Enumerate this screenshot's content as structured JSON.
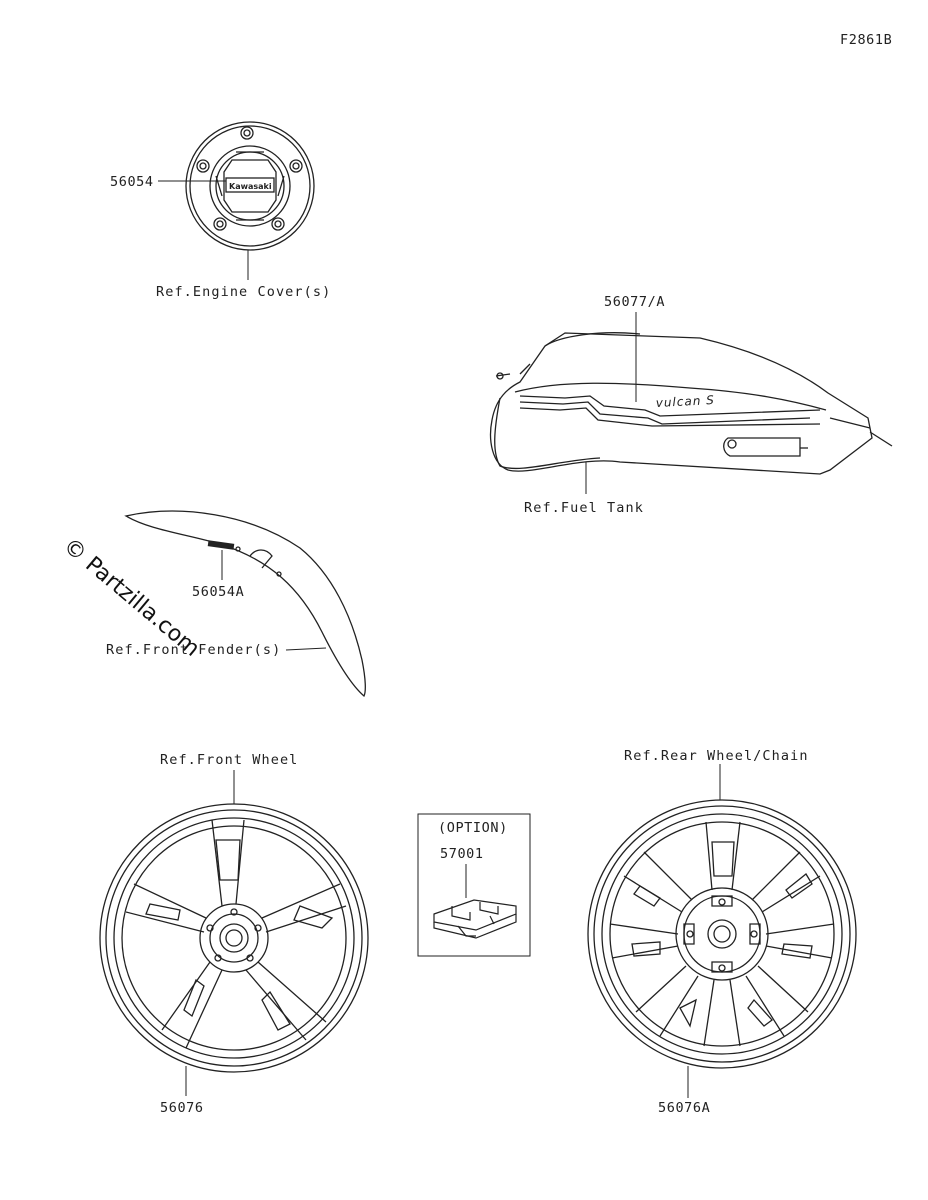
{
  "figure_code": "F2861B",
  "watermark": "© Partzilla.com",
  "labels": {
    "engine_cover_part": "56054",
    "engine_cover_ref": "Ref.Engine Cover(s)",
    "engine_cover_logo": "Kawasaki",
    "fuel_tank_part": "56077/A",
    "fuel_tank_ref": "Ref.Fuel Tank",
    "fuel_tank_logo": "vulcan S",
    "front_fender_part": "56054A",
    "front_fender_ref": "Ref.Front Fender(s)",
    "front_wheel_ref": "Ref.Front Wheel",
    "front_wheel_part": "56076",
    "rear_wheel_ref": "Ref.Rear Wheel/Chain",
    "rear_wheel_part": "56076A",
    "option_title": "(OPTION)",
    "option_part": "57001"
  }
}
